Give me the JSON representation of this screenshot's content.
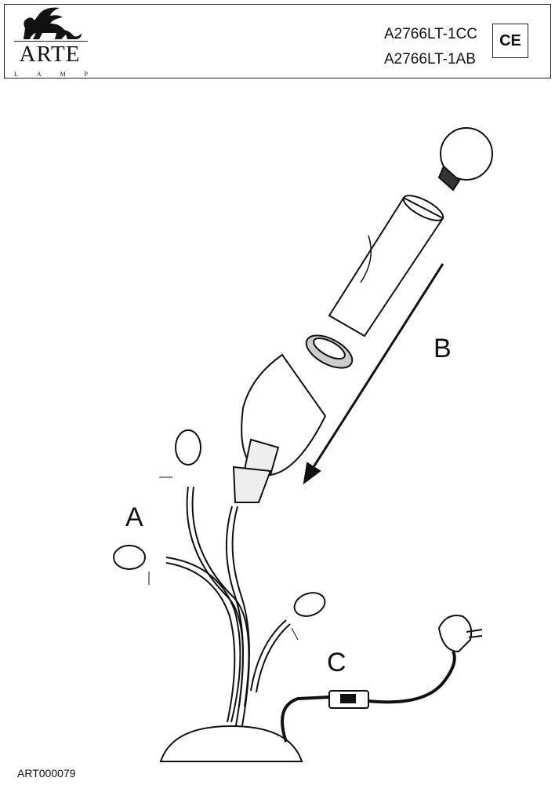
{
  "header": {
    "brand": {
      "name": "ARTE",
      "sub": [
        "L",
        "A",
        "M",
        "P"
      ]
    },
    "models": [
      "A2766LT-1CC",
      "A2766LT-1AB"
    ],
    "certification": "CE"
  },
  "diagram": {
    "step_labels": {
      "a": "A",
      "b": "B",
      "c": "C"
    }
  },
  "footer": {
    "code": "ART000079"
  }
}
